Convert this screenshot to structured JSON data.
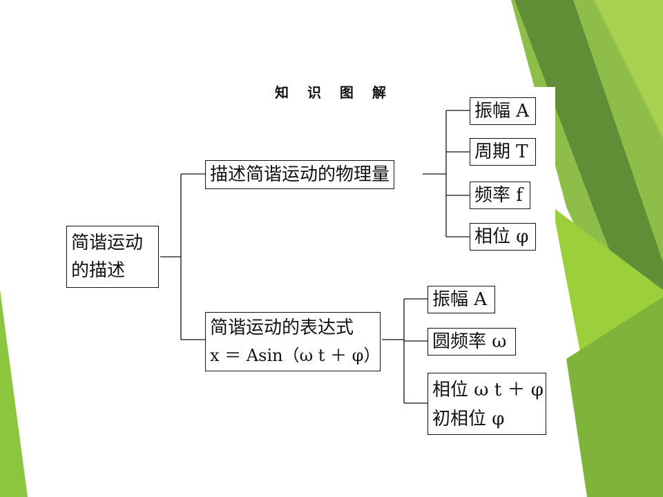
{
  "title": "知 识 图 解",
  "root": {
    "line1": "简谐运动",
    "line2": "的描述"
  },
  "physical": {
    "label": "描述简谐运动的物理量",
    "items": [
      "振幅 A",
      "周期 T",
      "频率 f",
      "相位 φ"
    ]
  },
  "expression": {
    "line1": "简谐运动的表达式",
    "line2": "x ＝ Asin（ω t ＋ φ）",
    "items": [
      "振幅 A",
      "圆频率 ω"
    ],
    "phase": {
      "line1": "相位 ω t ＋ φ",
      "line2": "初相位 φ"
    }
  },
  "colors": {
    "green_light": "#9ccf3c",
    "green_dark": "#5e8e2a",
    "green_mid": "#7fb33a"
  }
}
